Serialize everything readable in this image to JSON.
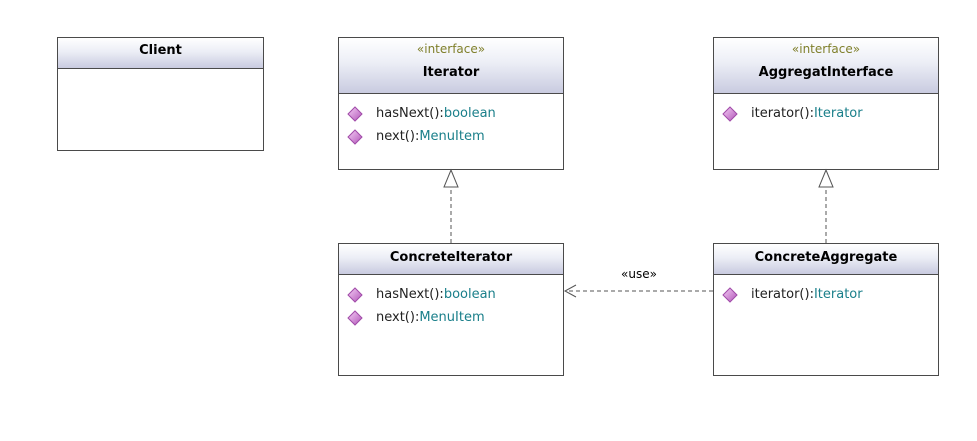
{
  "diagram": {
    "use_label": "«use»",
    "classes": {
      "client": {
        "name": "Client"
      },
      "iterator": {
        "stereotype": "«interface»",
        "name": "Iterator",
        "operations": [
          {
            "name": "hasNext()",
            "sep": ":",
            "type": "boolean"
          },
          {
            "name": "next()",
            "sep": ":",
            "type": "MenuItem"
          }
        ]
      },
      "aggregate_interface": {
        "stereotype": "«interface»",
        "name": "AggregatInterface",
        "operations": [
          {
            "name": "iterator()",
            "sep": ":",
            "type": "Iterator"
          }
        ]
      },
      "concrete_iterator": {
        "name": "ConcreteIterator",
        "operations": [
          {
            "name": "hasNext()",
            "sep": ":",
            "type": "boolean"
          },
          {
            "name": "next()",
            "sep": ":",
            "type": "MenuItem"
          }
        ]
      },
      "concrete_aggregate": {
        "name": "ConcreteAggregate",
        "operations": [
          {
            "name": "iterator()",
            "sep": ":",
            "type": "Iterator"
          }
        ]
      }
    },
    "colors": {
      "stereotype": "#7f7f2a",
      "type": "#1a7f8a",
      "header_gradient_end": "#c9cbe0",
      "operation_icon": "#d889d8"
    }
  }
}
